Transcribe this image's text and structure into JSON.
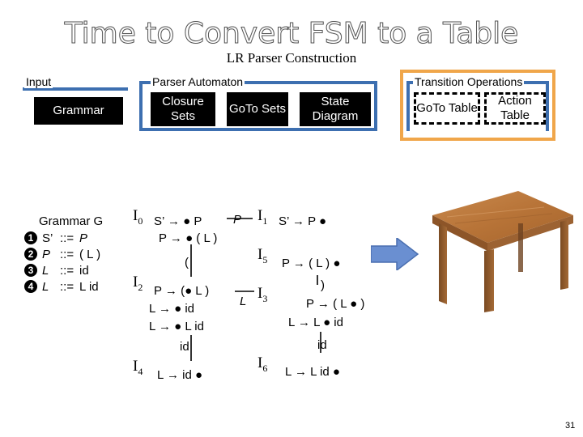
{
  "title": "Time to Convert FSM to a Table",
  "subtitle": "LR Parser Construction",
  "input": {
    "label": "Input",
    "button": "Grammar"
  },
  "automaton": {
    "label": "Parser Automaton",
    "closure": "Closure Sets",
    "goto": "GoTo Sets",
    "diagram": "State Diagram"
  },
  "transition": {
    "label": "Transition Operations",
    "goto_table": "GoTo Table",
    "action_table": "Action Table"
  },
  "grammar": {
    "title": "Grammar G",
    "productions": [
      {
        "num": "1",
        "lhs": "S’",
        "op": "::=",
        "rhs": "P"
      },
      {
        "num": "2",
        "lhs": "P",
        "op": "::=",
        "rhs": "( L )"
      },
      {
        "num": "3",
        "lhs": "L",
        "op": "::=",
        "rhs": "id"
      },
      {
        "num": "4",
        "lhs": "L",
        "op": "::=",
        "rhs": "L id"
      }
    ]
  },
  "states": [
    {
      "id": "I0",
      "sub": "0",
      "items": [
        "S’ → ● P",
        "P → ● ( L )"
      ]
    },
    {
      "id": "I1",
      "sub": "1",
      "items": [
        "S’ → P ●"
      ]
    },
    {
      "id": "I5",
      "sub": "5",
      "items": [
        "P → ( L ) ●"
      ]
    },
    {
      "id": "I2",
      "sub": "2",
      "items": [
        "P → (● L )",
        "L → ● id",
        "L → ● L id"
      ]
    },
    {
      "id": "I3",
      "sub": "3",
      "items": [
        "P → ( L ● )",
        "L → L ● id"
      ]
    },
    {
      "id": "I4",
      "sub": "4",
      "items": [
        "L → id ●"
      ]
    },
    {
      "id": "I6",
      "sub": "6",
      "items": [
        "L → L id ●"
      ]
    }
  ],
  "edges": {
    "e01": "P",
    "e02": "(",
    "e23": "L",
    "e35": ")",
    "e24": "id",
    "e36": "id"
  },
  "colors": {
    "frame_blue": "#3d6fb0",
    "frame_orange": "#f0a64a",
    "arrow_blue": "#6a8fd1"
  },
  "page_number": "31"
}
